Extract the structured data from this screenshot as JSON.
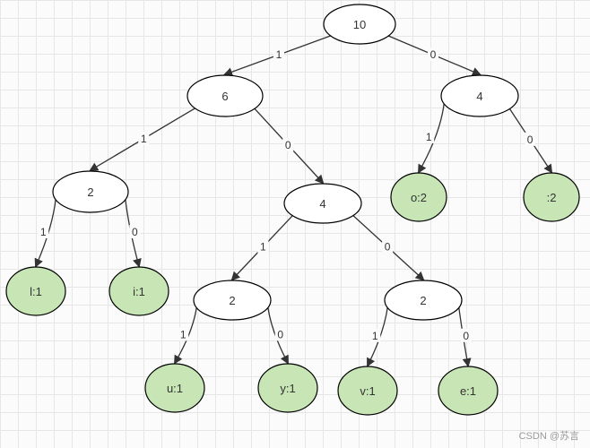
{
  "tree": {
    "nodes": [
      {
        "id": "root",
        "label": "10",
        "kind": "internal"
      },
      {
        "id": "n6",
        "label": "6",
        "kind": "internal"
      },
      {
        "id": "n4a",
        "label": "4",
        "kind": "internal"
      },
      {
        "id": "n2a",
        "label": "2",
        "kind": "internal"
      },
      {
        "id": "n4b",
        "label": "4",
        "kind": "internal"
      },
      {
        "id": "leaf_o",
        "label": "o:2",
        "kind": "leaf"
      },
      {
        "id": "leaf_space",
        "label": ":2",
        "kind": "leaf"
      },
      {
        "id": "leaf_l",
        "label": "l:1",
        "kind": "leaf"
      },
      {
        "id": "leaf_i",
        "label": "i:1",
        "kind": "leaf"
      },
      {
        "id": "n2b",
        "label": "2",
        "kind": "internal"
      },
      {
        "id": "n2c",
        "label": "2",
        "kind": "internal"
      },
      {
        "id": "leaf_u",
        "label": "u:1",
        "kind": "leaf"
      },
      {
        "id": "leaf_y",
        "label": "y:1",
        "kind": "leaf"
      },
      {
        "id": "leaf_v",
        "label": "v:1",
        "kind": "leaf"
      },
      {
        "id": "leaf_e",
        "label": "e:1",
        "kind": "leaf"
      }
    ],
    "edges": [
      {
        "from": "root",
        "to": "n6",
        "label": "1"
      },
      {
        "from": "root",
        "to": "n4a",
        "label": "0"
      },
      {
        "from": "n6",
        "to": "n2a",
        "label": "1"
      },
      {
        "from": "n6",
        "to": "n4b",
        "label": "0"
      },
      {
        "from": "n4a",
        "to": "leaf_o",
        "label": "1"
      },
      {
        "from": "n4a",
        "to": "leaf_space",
        "label": "0"
      },
      {
        "from": "n2a",
        "to": "leaf_l",
        "label": "1"
      },
      {
        "from": "n2a",
        "to": "leaf_i",
        "label": "0"
      },
      {
        "from": "n4b",
        "to": "n2b",
        "label": "1"
      },
      {
        "from": "n4b",
        "to": "n2c",
        "label": "0"
      },
      {
        "from": "n2b",
        "to": "leaf_u",
        "label": "1"
      },
      {
        "from": "n2b",
        "to": "leaf_y",
        "label": "0"
      },
      {
        "from": "n2c",
        "to": "leaf_v",
        "label": "1"
      },
      {
        "from": "n2c",
        "to": "leaf_e",
        "label": "0"
      }
    ]
  },
  "watermark": "CSDN @苏言",
  "colors": {
    "leaf_fill": "#c8e6b5",
    "internal_fill": "#ffffff",
    "stroke": "#000000"
  }
}
